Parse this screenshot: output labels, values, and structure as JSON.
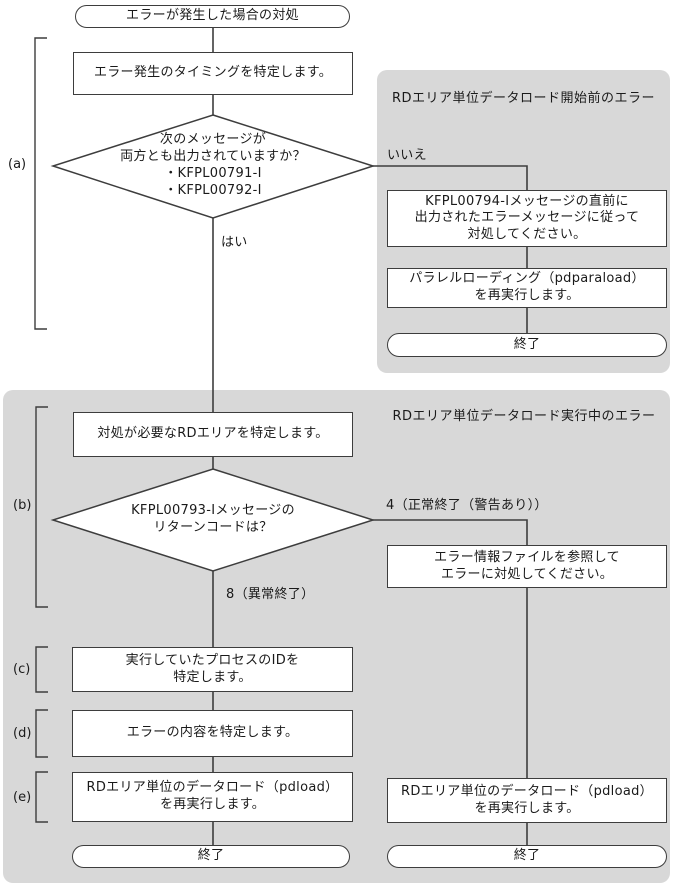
{
  "panels": {
    "before_load": {
      "title": "RDエリア単位データロード開始前のエラー"
    },
    "during_load": {
      "title": "RDエリア単位データロード実行中のエラー"
    }
  },
  "side_labels": {
    "a": "(a)",
    "b": "(b)",
    "c": "(c)",
    "d": "(d)",
    "e": "(e)"
  },
  "branch_labels": {
    "yes": "はい",
    "no": "いいえ",
    "rc4": "4（正常終了（警告あり））",
    "rc8": "8（異常終了）"
  },
  "nodes": {
    "start": "エラーが発生した場合の対処",
    "identify_timing": "エラー発生のタイミングを特定します。",
    "decision_both_messages": "次のメッセージが\n両方とも出力されていますか？\n・KFPL00791-I\n・KFPL00792-I",
    "follow_error_message": "KFPL00794-Iメッセージの直前に\n出力されたエラーメッセージに従って\n対処してください。",
    "rerun_pdparaload": "パラレルローディング（pdparaload）\nを再実行します。",
    "end_before": "終了",
    "identify_rdarea": "対処が必要なRDエリアを特定します。",
    "decision_return_code": "KFPL00793-Iメッセージの\nリターンコードは？",
    "refer_error_file": "エラー情報ファイルを参照して\nエラーに対処してください。",
    "identify_process_id": "実行していたプロセスのIDを\n特定します。",
    "identify_error_content": "エラーの内容を特定します。",
    "rerun_pdload_left": "RDエリア単位のデータロード（pdload）\nを再実行します。",
    "rerun_pdload_right": "RDエリア単位のデータロード（pdload）\nを再実行します。",
    "end_left": "終了",
    "end_right": "終了"
  },
  "colors": {
    "panel_bg": "#d8d8d8",
    "line_color": "#3d3d3d",
    "box_bg": "#ffffff"
  }
}
